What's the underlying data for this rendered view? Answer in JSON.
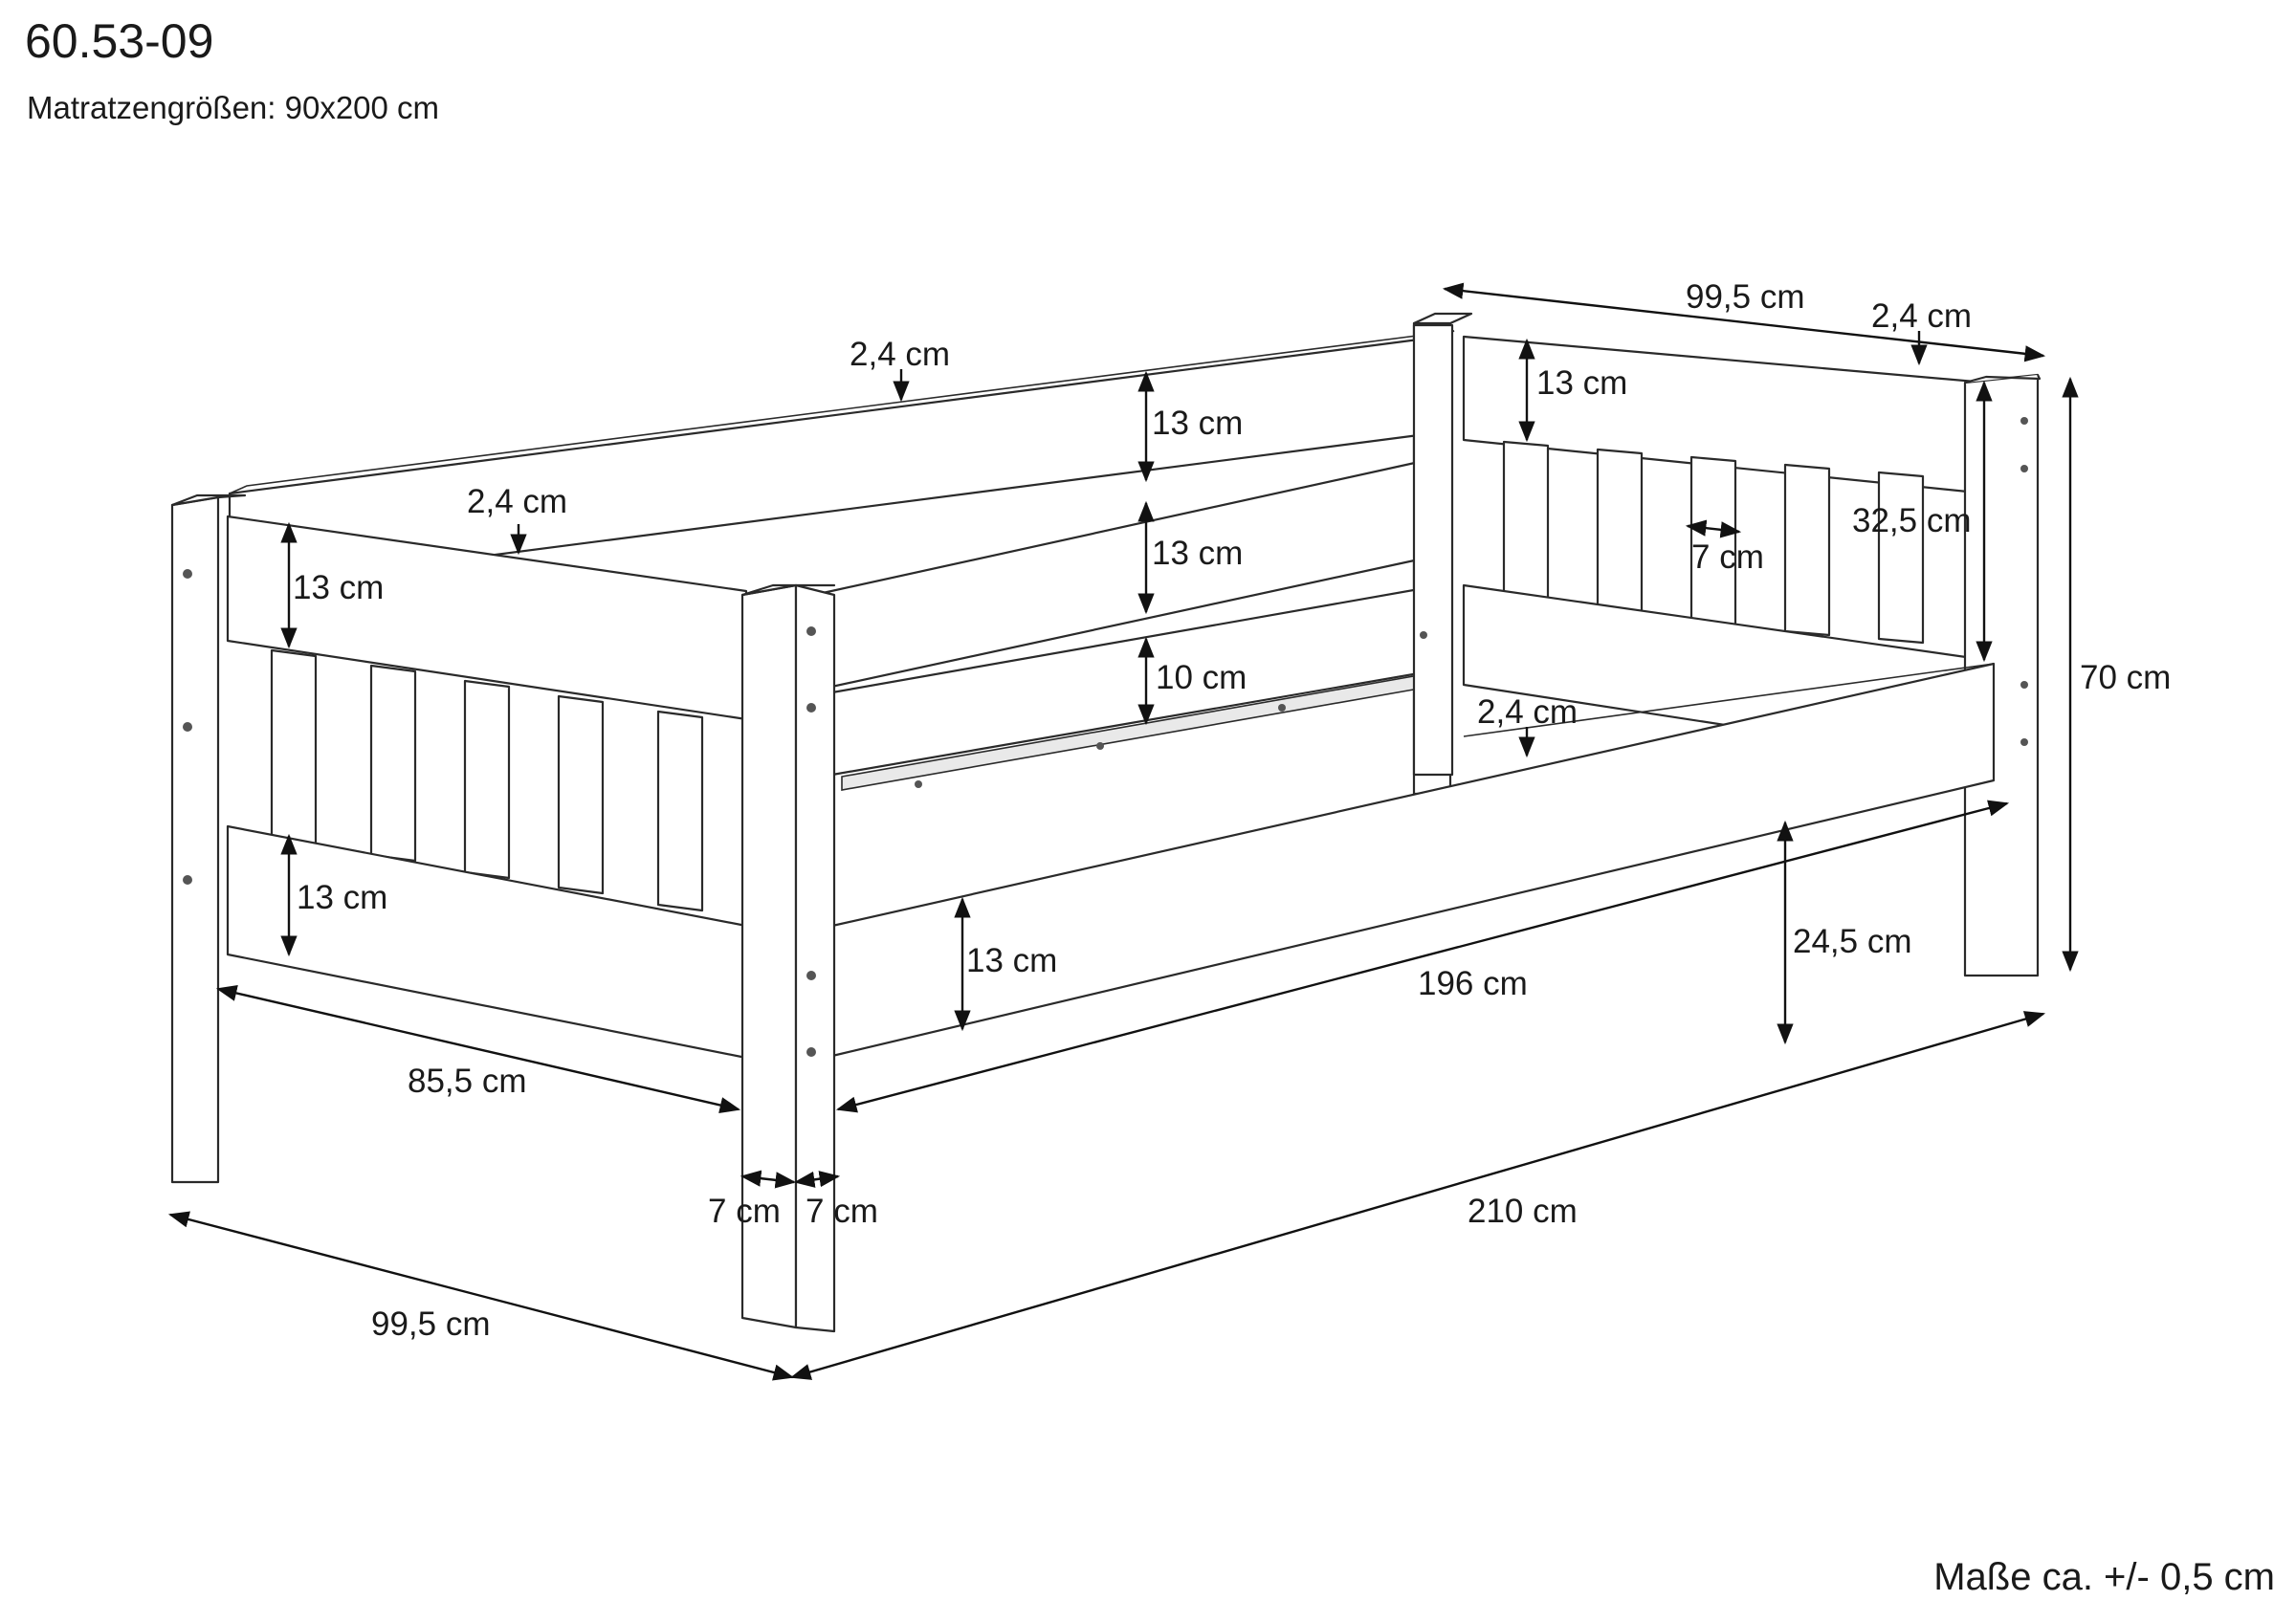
{
  "header": {
    "title": "60.53-09",
    "subtitle": "Matratzengrößen: 90x200 cm"
  },
  "footer": {
    "tolerance": "Maße ca. +/- 0,5 cm"
  },
  "dimensions": {
    "back_top_thickness": "2,4 cm",
    "back_board_1_height": "13 cm",
    "back_board_2_height": "13 cm",
    "back_board_3_height": "10 cm",
    "front_head_thickness": "2,4 cm",
    "front_head_top_board": "13 cm",
    "front_head_bottom_board": "13 cm",
    "front_side_rail": "13 cm",
    "inner_length": "85,5 cm",
    "post_width_1": "7 cm",
    "post_width_2": "7 cm",
    "width_front": "99,5 cm",
    "total_length": "210 cm",
    "rail_length": "196 cm",
    "rear_width": "99,5 cm",
    "rear_thickness": "2,4 cm",
    "rear_top_board": "13 cm",
    "rear_slat_gap": "7 cm",
    "rear_slat_height": "32,5 cm",
    "rear_rail_thickness": "2,4 cm",
    "floor_clearance": "24,5 cm",
    "total_height": "70 cm"
  }
}
